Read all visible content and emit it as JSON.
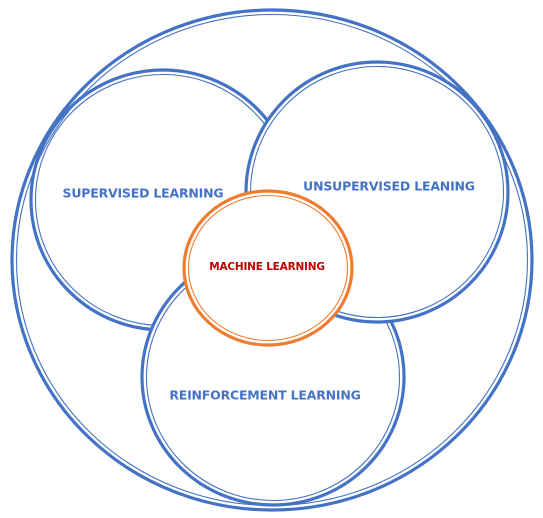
{
  "colors": {
    "circle_stroke": "#4472c4",
    "center_stroke": "#ed7d31",
    "label_text": "#4472c4",
    "center_text": "#c00000",
    "background": "#ffffff"
  },
  "diagram": {
    "outer_circle": {
      "label": ""
    },
    "supervised": {
      "label": "SUPERVISED LEARNING"
    },
    "unsupervised": {
      "label": "UNSUPERVISED LEANING"
    },
    "reinforcement": {
      "label": "REINFORCEMENT LEARNING"
    },
    "center": {
      "label": "MACHINE LEARNING"
    }
  }
}
